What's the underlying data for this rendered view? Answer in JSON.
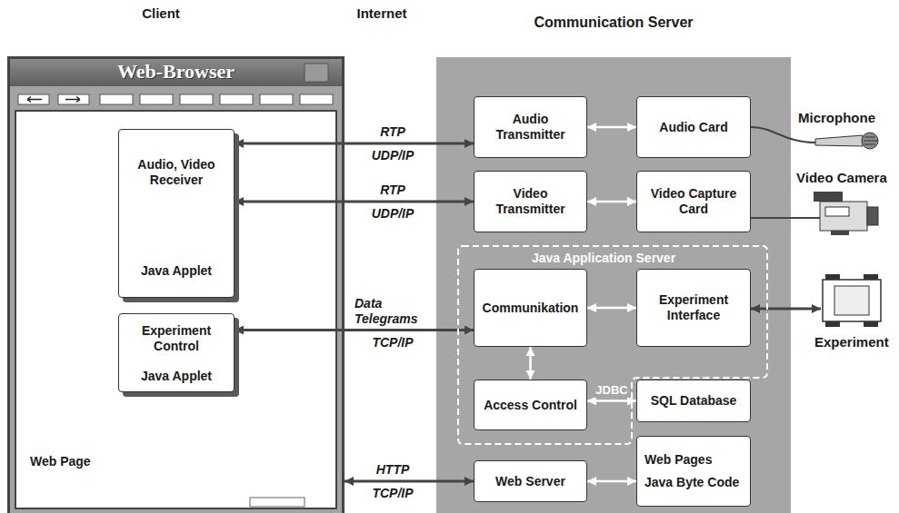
{
  "diagram": {
    "nodes": [
      {
        "text": [
          "Web-Browser"
        ]
      },
      {
        "text": [
          "Web Page"
        ],
        "in": 0
      },
      {
        "text": [
          "Audio, Video Receiver",
          "Java Applet"
        ],
        "in": 1
      },
      {
        "text": [
          "Experiment Control",
          "Java Applet"
        ],
        "in": 1
      },
      {
        "text": [
          "Communication Server"
        ]
      },
      {
        "text": [
          "Audio Transmitter"
        ],
        "in": 4
      },
      {
        "text": [
          "Audio Card"
        ],
        "in": 4
      },
      {
        "text": [
          "Video Transmitter"
        ],
        "in": 4
      },
      {
        "text": [
          "Video Capture Card"
        ],
        "in": 4
      },
      {
        "text": [
          "Java Application Server"
        ],
        "in": 4
      },
      {
        "text": [
          "Communikation"
        ],
        "in": 9
      },
      {
        "text": [
          "Experiment Interface"
        ],
        "in": 9
      },
      {
        "text": [
          "Access Control"
        ],
        "in": 9
      },
      {
        "text": [
          "SQL Database"
        ],
        "in": 4
      },
      {
        "text": [
          "Web Server"
        ],
        "in": 4
      },
      {
        "text": [
          "Web Pages",
          "Java Byte Code"
        ],
        "in": 4
      }
    ],
    "edges": [
      {
        "from": 2,
        "to": 5,
        "arrow": "both",
        "label": "RTP"
      },
      {
        "from": 2,
        "to": 7,
        "arrow": "both",
        "label": "RTP"
      },
      {
        "from": 3,
        "to": 10,
        "arrow": "both",
        "label": "Data Telegrams"
      },
      {
        "from": 0,
        "to": 14,
        "arrow": "both",
        "label": "HTTP"
      },
      {
        "from": 5,
        "to": 6,
        "arrow": "both"
      },
      {
        "from": 7,
        "to": 8,
        "arrow": "both"
      },
      {
        "from": 10,
        "to": 11,
        "arrow": "both"
      },
      {
        "from": 10,
        "to": 12,
        "arrow": "both"
      },
      {
        "from": 12,
        "to": 13,
        "arrow": "both",
        "label": "JDBC"
      },
      {
        "from": 14,
        "to": 15,
        "arrow": "both"
      }
    ],
    "labels": [
      "Client",
      "Internet",
      "UDP/IP",
      "UDP/IP",
      "TCP/IP",
      "TCP/IP",
      "Microphone",
      "Video Camera",
      "Experiment"
    ]
  }
}
